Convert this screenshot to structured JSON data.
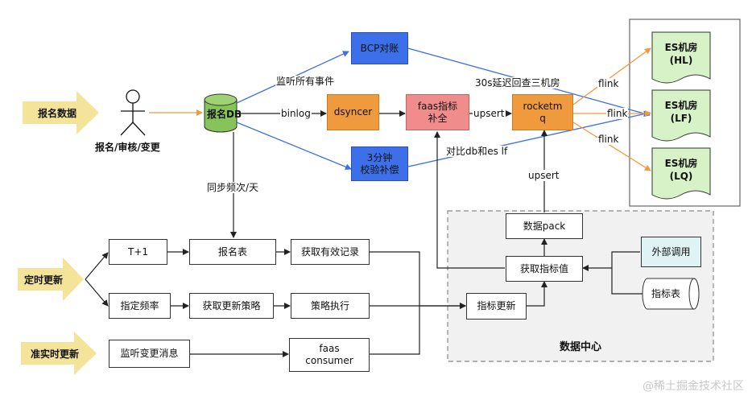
{
  "inputs": {
    "signup_data": "报名数据",
    "scheduled_update": "定时更新",
    "realtime_update": "准实时更新"
  },
  "actor_label": "报名/审核/变更",
  "db": {
    "signup_db": "报名DB",
    "metric_table": "指标表"
  },
  "boxes": {
    "bcp": "BCP对账",
    "dsyncer": "dsyncer",
    "faas_fill": [
      "faas指标",
      "补全"
    ],
    "rocketmq": [
      "rocketm",
      "q"
    ],
    "check_3min": [
      "3分钟",
      "校验补偿"
    ],
    "t_plus_1": "T+1",
    "signup_table": "报名表",
    "get_valid": "获取有效记录",
    "set_freq": "指定频率",
    "get_strategy": "获取更新策略",
    "exec_strategy": "策略执行",
    "listen_change": "监听变更消息",
    "faas_consumer": [
      "faas",
      "consumer"
    ],
    "metric_update": "指标更新",
    "get_metric": "获取指标值",
    "data_pack": "数据pack",
    "external_call": "外部调用"
  },
  "es": {
    "hl": [
      "ES机房",
      "(HL)"
    ],
    "lf": [
      "ES机房",
      "(LF)"
    ],
    "lq": [
      "ES机房",
      "(LQ)"
    ]
  },
  "edge_labels": {
    "listen_all": "监听所有事件",
    "binlog": "binlog",
    "upsert1": "upsert",
    "delay_check": "30s延迟回查三机房",
    "compare": "对比db和es lf",
    "flink1": "flink",
    "flink2": "flink",
    "flink3": "flink",
    "sync_daily": "同步频次/天",
    "upsert2": "upsert"
  },
  "data_center_title": "数据中心",
  "watermark": "@稀土掘金技术社区",
  "colors": {
    "blue": "#3d6fe8",
    "orange": "#ef9a3c",
    "pink": "#f08c8c",
    "green": "#d8f2c8",
    "input_arrow": "#f3e49a",
    "cyan": "#dff3f4",
    "dashed_bg": "#f1f1f1"
  }
}
